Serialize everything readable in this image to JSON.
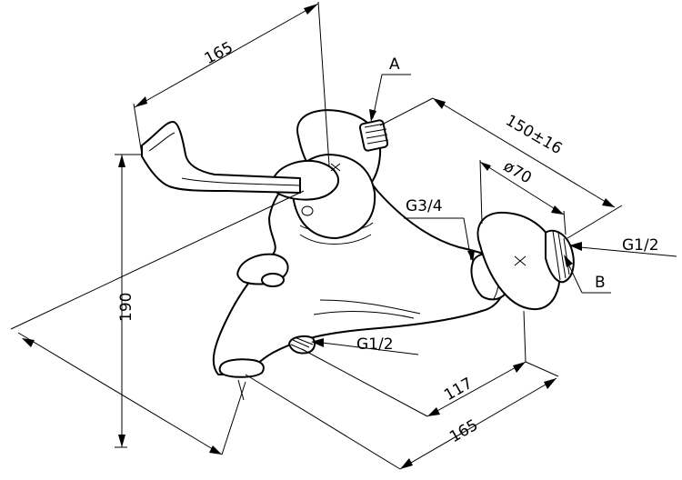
{
  "dimensions": {
    "handle_reach": "165",
    "height": "190",
    "centers": "150±16",
    "rosette_diameter": "ø70",
    "projection": "117",
    "depth": "165"
  },
  "threads": {
    "outlet": "G3/4",
    "inlet_right": "G1/2",
    "shower_outlet": "G1/2"
  },
  "callouts": {
    "a": "A",
    "b": "B"
  }
}
